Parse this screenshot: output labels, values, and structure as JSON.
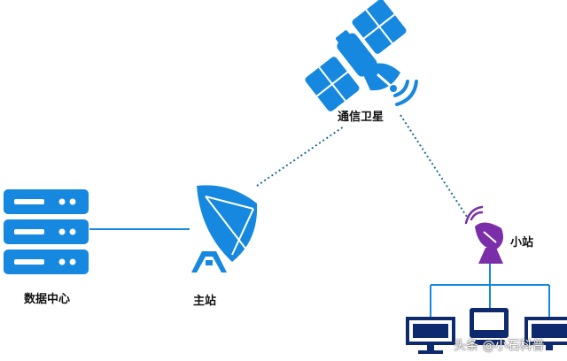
{
  "nodes": {
    "satellite": {
      "label": "通信卫星"
    },
    "data_center": {
      "label": "数据中心"
    },
    "master_station": {
      "label": "主站"
    },
    "small_station": {
      "label": "小站"
    }
  },
  "watermark": "头条 @小石科普",
  "colors": {
    "blue": "#1688e0",
    "purple": "#7a2fa8",
    "link_line": "#1f6f8f",
    "navy": "#0d2a6e",
    "text": "#111111"
  }
}
